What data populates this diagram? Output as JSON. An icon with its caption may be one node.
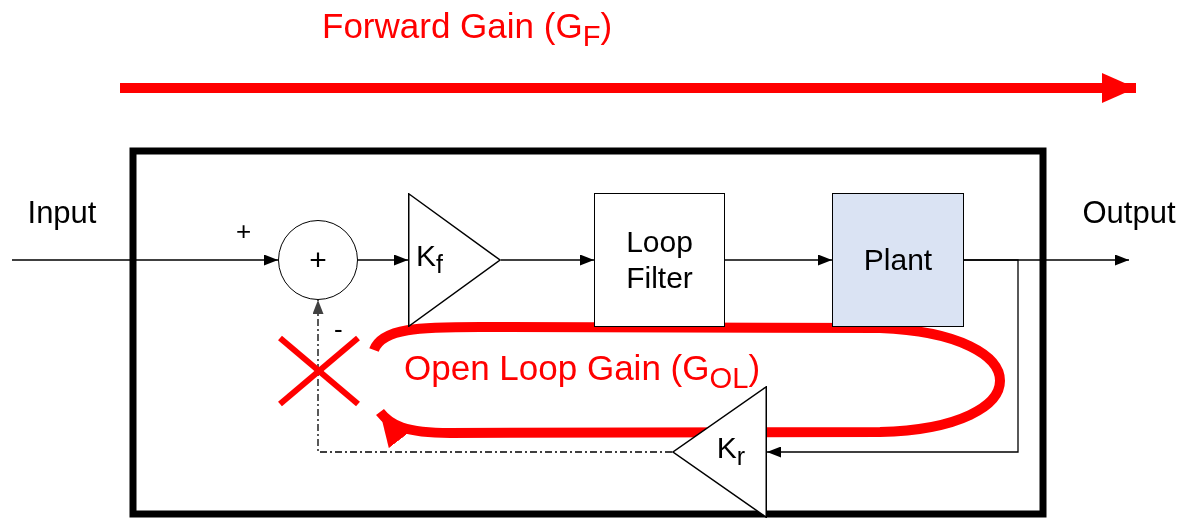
{
  "diagram": {
    "nodes": [
      {
        "text": [
          "Input"
        ]
      },
      {
        "text": [
          "+"
        ]
      },
      {
        "text": [
          "K$_{f}$"
        ]
      },
      {
        "text": [
          "Loop Filter"
        ]
      },
      {
        "text": [
          "Plant"
        ]
      },
      {
        "text": [
          "Output"
        ]
      },
      {
        "text": [
          "K$_{r}$"
        ]
      }
    ],
    "edges": [
      {
        "from": 0,
        "to": 1,
        "arrow": "to",
        "label": "+"
      },
      {
        "from": 1,
        "to": 2,
        "arrow": "to"
      },
      {
        "from": 2,
        "to": 3,
        "arrow": "to"
      },
      {
        "from": 3,
        "to": 4,
        "arrow": "to"
      },
      {
        "from": 4,
        "to": 5,
        "arrow": "to"
      },
      {
        "from": 4,
        "to": 6,
        "arrow": "to"
      },
      {
        "from": 6,
        "to": 1,
        "arrow": "to",
        "label": "-",
        "style": "dashed"
      }
    ],
    "labels": [
      "Forward Gain (G$_{F}$)",
      "Open Loop Gain (G$_{OL}$)"
    ]
  }
}
